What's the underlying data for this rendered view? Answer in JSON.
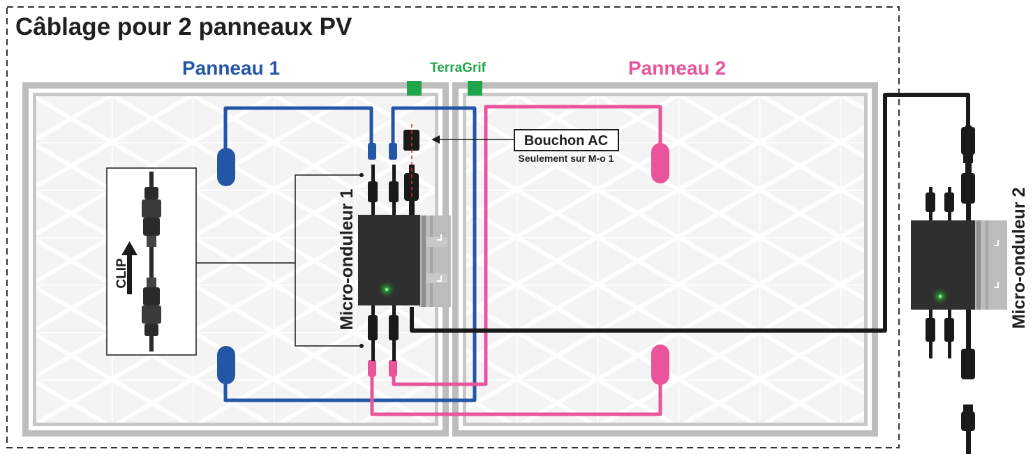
{
  "title": "Câblage pour 2 panneaux PV",
  "panel1": {
    "label": "Panneau 1"
  },
  "panel2": {
    "label": "Panneau 2"
  },
  "terragrif": {
    "label": "TerraGrif"
  },
  "inverter1": {
    "label": "Micro-onduleur 1"
  },
  "inverter2": {
    "label": "Micro-onduleur 2"
  },
  "ac_cap": {
    "label": "Bouchon AC",
    "note": "Seulement sur M-o 1"
  },
  "clip": {
    "label": "CLIP"
  },
  "colors": {
    "panel1_wire": "#2456a6",
    "panel2_wire": "#e9559a",
    "ac_cable": "#1a1a1a",
    "terragrif": "#1fa64a",
    "panel_frame": "#bdbdbd",
    "inverter_body": "#2f2f2f"
  },
  "icons": [
    "inverter-icon",
    "mc4-connector-icon",
    "ac-cap-icon",
    "status-led-icon",
    "arrow-up-icon",
    "ground-clip-icon"
  ]
}
